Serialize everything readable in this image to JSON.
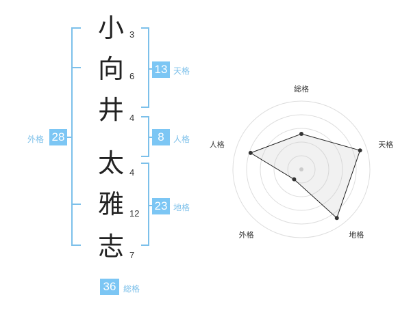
{
  "name_chars": [
    {
      "char": "小",
      "strokes": "3"
    },
    {
      "char": "向",
      "strokes": "6"
    },
    {
      "char": "井",
      "strokes": "4"
    },
    {
      "char": "太",
      "strokes": "4"
    },
    {
      "char": "雅",
      "strokes": "12"
    },
    {
      "char": "志",
      "strokes": "7"
    }
  ],
  "kaku": {
    "tenkaku": {
      "value": "13",
      "label": "天格"
    },
    "jinkaku": {
      "value": "8",
      "label": "人格"
    },
    "chikaku": {
      "value": "23",
      "label": "地格"
    },
    "gaikaku": {
      "value": "28",
      "label": "外格"
    },
    "soukaku": {
      "value": "36",
      "label": "総格"
    }
  },
  "colors": {
    "accent": "#7cc6f4",
    "line": "#7cc0ea",
    "text": "#222222"
  },
  "chart_data": {
    "type": "radar",
    "axes": [
      "総格",
      "天格",
      "地格",
      "外格",
      "人格"
    ],
    "values": [
      2.6,
      4.5,
      4.4,
      0.9,
      3.9
    ],
    "range": [
      0,
      5
    ],
    "rings": 5,
    "grid": true
  }
}
